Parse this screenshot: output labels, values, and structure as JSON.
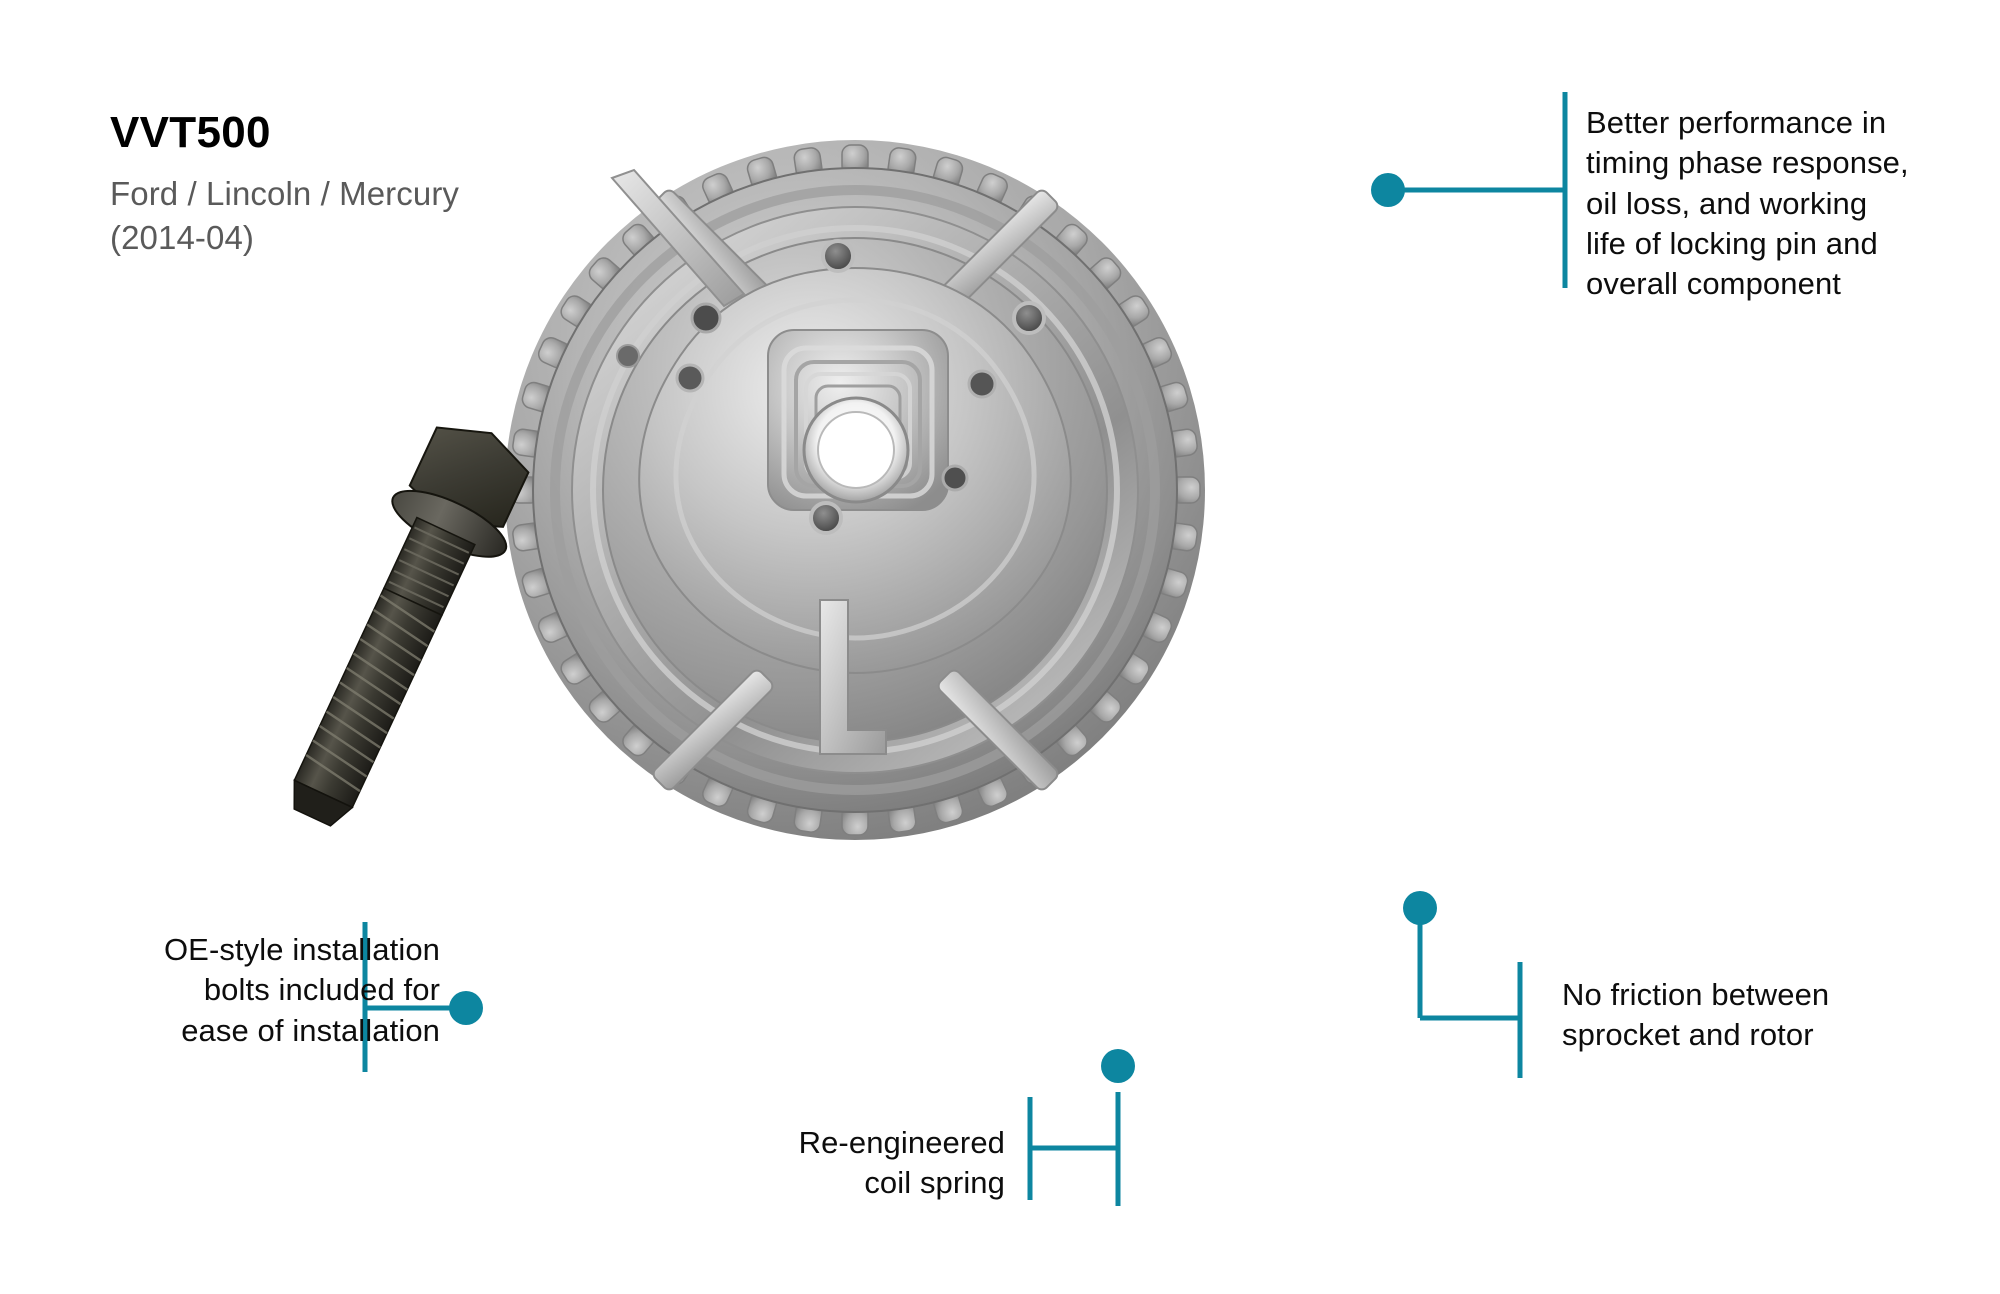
{
  "product": {
    "title": "VVT500",
    "makes": "Ford / Lincoln / Mercury",
    "years": "(2014-04)"
  },
  "theme": {
    "accent": "#0d86a0",
    "title_color": "#000000",
    "subtitle_color": "#5a5a5a",
    "callout_color": "#0d0d0d",
    "background": "#ffffff"
  },
  "callouts": [
    {
      "id": "performance",
      "text": "Better performance in\ntiming phase response,\noil loss, and working\nlife of locking pin and\noverall component",
      "anchor": "sprocket-upper-right-spoke",
      "position": "top-right",
      "align": "left"
    },
    {
      "id": "bolts",
      "text": "OE-style installation\nbolts included for\nease of installation",
      "anchor": "installation-bolt",
      "position": "bottom-left",
      "align": "right"
    },
    {
      "id": "coil-spring",
      "text": "Re-engineered\ncoil spring",
      "anchor": "sprocket-bottom-teeth",
      "position": "bottom-center",
      "align": "right"
    },
    {
      "id": "friction",
      "text": "No friction between\nsprocket and rotor",
      "anchor": "sprocket-lower-right-rim",
      "position": "bottom-right",
      "align": "left"
    }
  ],
  "artwork": {
    "sprocket_label": "variable-valve-timing-sprocket-photo",
    "bolt_label": "installation-bolt-photo",
    "sprocket_teeth": 44
  }
}
